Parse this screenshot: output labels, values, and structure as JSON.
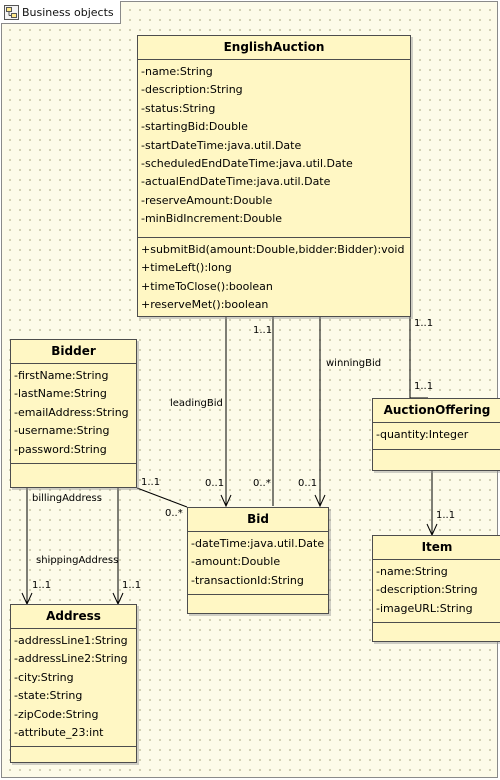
{
  "tab": {
    "label": "Business objects",
    "icon": "package-diagram-icon"
  },
  "classes": {
    "english_auction": {
      "name": "EnglishAuction",
      "attributes": [
        "-name:String",
        "-description:String",
        "-status:String",
        "-startingBid:Double",
        "-startDateTime:java.util.Date",
        "-scheduledEndDateTime:java.util.Date",
        "-actualEndDateTime:java.util.Date",
        "-reserveAmount:Double",
        "-minBidIncrement:Double"
      ],
      "operations": [
        "+submitBid(amount:Double,bidder:Bidder):void",
        "+timeLeft():long",
        "+timeToClose():boolean",
        "+reserveMet():boolean"
      ]
    },
    "bidder": {
      "name": "Bidder",
      "attributes": [
        "-firstName:String",
        "-lastName:String",
        "-emailAddress:String",
        "-username:String",
        "-password:String"
      ],
      "operations": []
    },
    "auction_offering": {
      "name": "AuctionOffering",
      "attributes": [
        "-quantity:Integer"
      ],
      "operations": []
    },
    "bid": {
      "name": "Bid",
      "attributes": [
        "-dateTime:java.util.Date",
        "-amount:Double",
        "-transactionId:String"
      ],
      "operations": []
    },
    "item": {
      "name": "Item",
      "attributes": [
        "-name:String",
        "-description:String",
        "-imageURL:String"
      ],
      "operations": []
    },
    "address": {
      "name": "Address",
      "attributes": [
        "-addressLine1:String",
        "-addressLine2:String",
        "-city:String",
        "-state:String",
        "-zipCode:String",
        "-attribute_23:int"
      ],
      "operations": []
    }
  },
  "associations": {
    "leading_bid": {
      "role": "leadingBid",
      "target_mult": "0..1"
    },
    "bid_history": {
      "source_mult": "1..1",
      "target_mult": "0..*"
    },
    "winning_bid": {
      "role": "winningBid",
      "target_mult": "0..1"
    },
    "auction_offering": {
      "source_mult": "1..1",
      "target_mult": "1..1"
    },
    "bidder_bid": {
      "source_mult": "1..1",
      "target_mult": "0..*"
    },
    "billing_address": {
      "role": "billingAddress",
      "target_mult": "1..1"
    },
    "shipping_address": {
      "role": "shippingAddress",
      "target_mult": "1..1"
    },
    "offering_item": {
      "target_mult": "1..1"
    }
  }
}
